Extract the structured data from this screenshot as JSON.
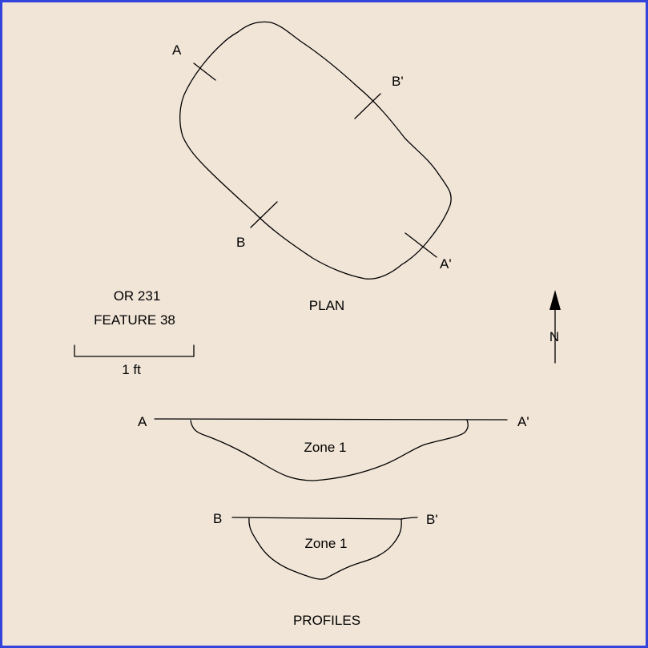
{
  "plan": {
    "title": "PLAN",
    "label_a": "A",
    "label_a_prime": "A'",
    "label_b": "B",
    "label_b_prime": "B'"
  },
  "site": {
    "site_id": "OR 231",
    "feature": "FEATURE 38"
  },
  "scale_bar": {
    "label": "1 ft"
  },
  "north_arrow": {
    "label": "N"
  },
  "profiles": {
    "title": "PROFILES",
    "profile_a": {
      "start_label": "A",
      "end_label": "A'",
      "zone_label": "Zone 1"
    },
    "profile_b": {
      "start_label": "B",
      "end_label": "B'",
      "zone_label": "Zone 1"
    }
  },
  "colors": {
    "background": "#f1e5d7",
    "border": "#3344dd",
    "ink": "#000000"
  }
}
